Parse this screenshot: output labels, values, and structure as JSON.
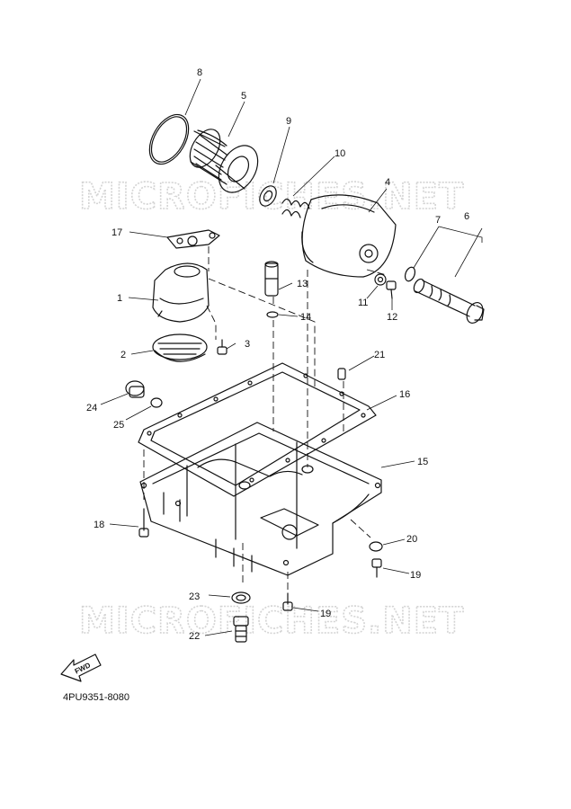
{
  "diagram": {
    "catalog_code": "4PU9351-8080",
    "watermark": "MICROFICHES.NET",
    "forward_marker": "FWD",
    "callouts": [
      {
        "id": "8",
        "part": "o-ring"
      },
      {
        "id": "5",
        "part": "oil-filter-element"
      },
      {
        "id": "9",
        "part": "washer"
      },
      {
        "id": "10",
        "part": "spring"
      },
      {
        "id": "4",
        "part": "filter-cover"
      },
      {
        "id": "7",
        "part": "o-ring-small"
      },
      {
        "id": "6",
        "part": "relief-pipe"
      },
      {
        "id": "17",
        "part": "gasket"
      },
      {
        "id": "13",
        "part": "pipe-fitting"
      },
      {
        "id": "1",
        "part": "strainer-housing"
      },
      {
        "id": "14",
        "part": "o-ring"
      },
      {
        "id": "11",
        "part": "nut"
      },
      {
        "id": "12",
        "part": "bolt"
      },
      {
        "id": "3",
        "part": "bolt"
      },
      {
        "id": "2",
        "part": "oil-strainer"
      },
      {
        "id": "21",
        "part": "dowel-pin"
      },
      {
        "id": "16",
        "part": "oil-pan-gasket"
      },
      {
        "id": "24",
        "part": "plug"
      },
      {
        "id": "25",
        "part": "o-ring"
      },
      {
        "id": "15",
        "part": "oil-pan"
      },
      {
        "id": "18",
        "part": "bolt"
      },
      {
        "id": "20",
        "part": "grommet"
      },
      {
        "id": "19",
        "part": "bolt"
      },
      {
        "id": "23",
        "part": "gasket"
      },
      {
        "id": "19",
        "part": "bolt"
      },
      {
        "id": "22",
        "part": "drain-plug"
      }
    ]
  }
}
